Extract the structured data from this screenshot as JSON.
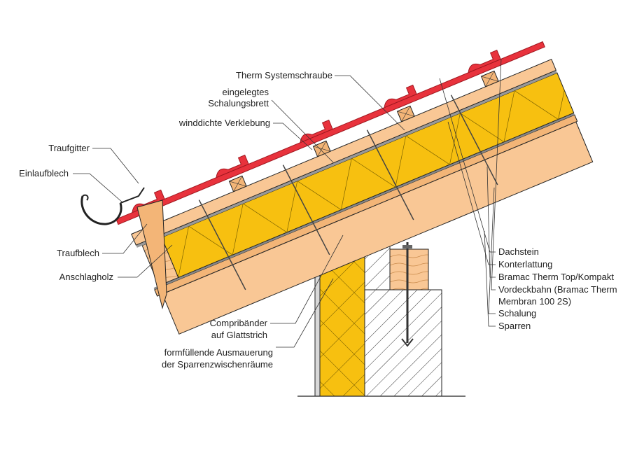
{
  "labels_left": {
    "therm_systemschraube": "Therm Systemschraube",
    "eingelegtes_1": "eingelegtes",
    "eingelegtes_2": "Schalungsbrett",
    "winddichte": "winddichte Verklebung",
    "traufgitter": "Traufgitter",
    "einlaufblech": "Einlaufblech",
    "traufblech": "Traufblech",
    "anschlagholz": "Anschlagholz",
    "compribaender_1": "Compribänder",
    "compribaender_2": "auf Glattstrich",
    "ausmauerung_1": "formfüllende Ausmauerung",
    "ausmauerung_2": "der Sparrenzwischenräume"
  },
  "labels_right": {
    "dachstein": "Dachstein",
    "konterlattung": "Konterlattung",
    "bramac_therm": "Bramac Therm Top/Kompakt",
    "vordeckbahn_1": "Vordeckbahn (Bramac Therm",
    "vordeckbahn_2": "Membran 100 2S)",
    "schalung": "Schalung",
    "sparren": "Sparren"
  },
  "colors": {
    "tile_red": "#e8323c",
    "tile_dark_red": "#a01820",
    "timber": "#f9c795",
    "timber_dark": "#e9a868",
    "insulation": "#f7c010",
    "insulation_light": "#ffd84a",
    "hatch": "#333333"
  },
  "icons": {
    "gutter": "gutter-icon",
    "screw": "screw-icon",
    "bolt": "anchor-bolt-icon"
  }
}
